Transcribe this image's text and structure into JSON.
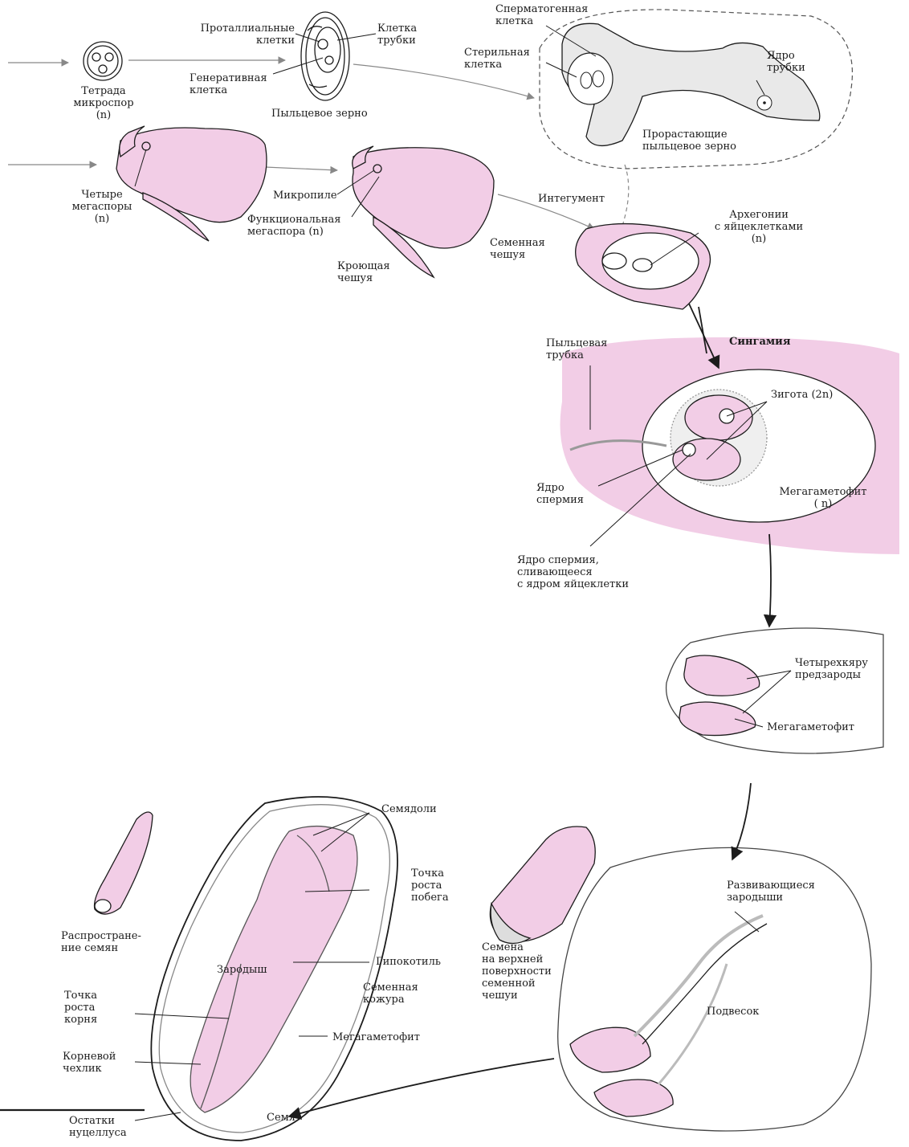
{
  "colors": {
    "tissue_pink": "#f2cde6",
    "tissue_pink_dark": "#e3a9d0",
    "ink": "#1c1c1c"
  },
  "labels": {
    "tetrad": "Тетрада\nмикроспор\n(n)",
    "prothallial_cells": "Проталлиальные\nклетки",
    "tube_cell": "Клетка\nтрубки",
    "generative_cell": "Генеративная\nклетка",
    "pollen_grain": "Пыльцевое зерно",
    "spermatogenous_cell": "Сперматогенная\nклетка",
    "sterile_cell": "Стерильная\nклетка",
    "tube_nucleus": "Ядро\nтрубки",
    "germinating_pollen": "Прорастающие\nпыльцевое зерно",
    "four_megaspores": "Четыре\nмегаспоры\n(n)",
    "micropyle": "Микропиле",
    "functional_megaspore": "Функциональная\nмегаспора (n)",
    "seed_scale": "Семенная\nчешуя",
    "bract_scale": "Кроющая\nчешуя",
    "integument": "Интегумент",
    "archegonia": "Архегонии\nс яйцеклетками\n(n)",
    "pollen_tube": "Пыльцевая\nтрубка",
    "syngamy": "Сингамия",
    "zygote": "Зигота (2n)",
    "sperm_nucleus": "Ядро\nспермия",
    "megagametophyte_n": "Мегагаметофит\n( n)",
    "sperm_fusing": "Ядро спермия,\nсливающееся\nс ядром яйцеклетки",
    "four_cell_proembryos": "Четырехкяру\nпредзароды",
    "megagametophyte_2": "Мегагаметофит",
    "developing_embryos": "Развивающиеся\nзародыши",
    "suspensor": "Подвесок",
    "cotyledons": "Семядоли",
    "shoot_apex": "Точка\nроста\nпобега",
    "hypocotyl": "Гипокотиль",
    "embryo": "Зародыш",
    "seed_coat": "Семенная\nкожура",
    "megagametophyte_3": "Мегагаметофит",
    "seeds_on_scale": "Семена\nна верхней\nповерхности\nсеменной\nчешуи",
    "seed_dispersal": "Распростране-\nние семян",
    "root_apex": "Точка\nроста\nкорня",
    "root_cap": "Корневой\nчехлик",
    "nucellus_remains": "Остатки\nнуцеллуса",
    "seed": "Семя"
  }
}
